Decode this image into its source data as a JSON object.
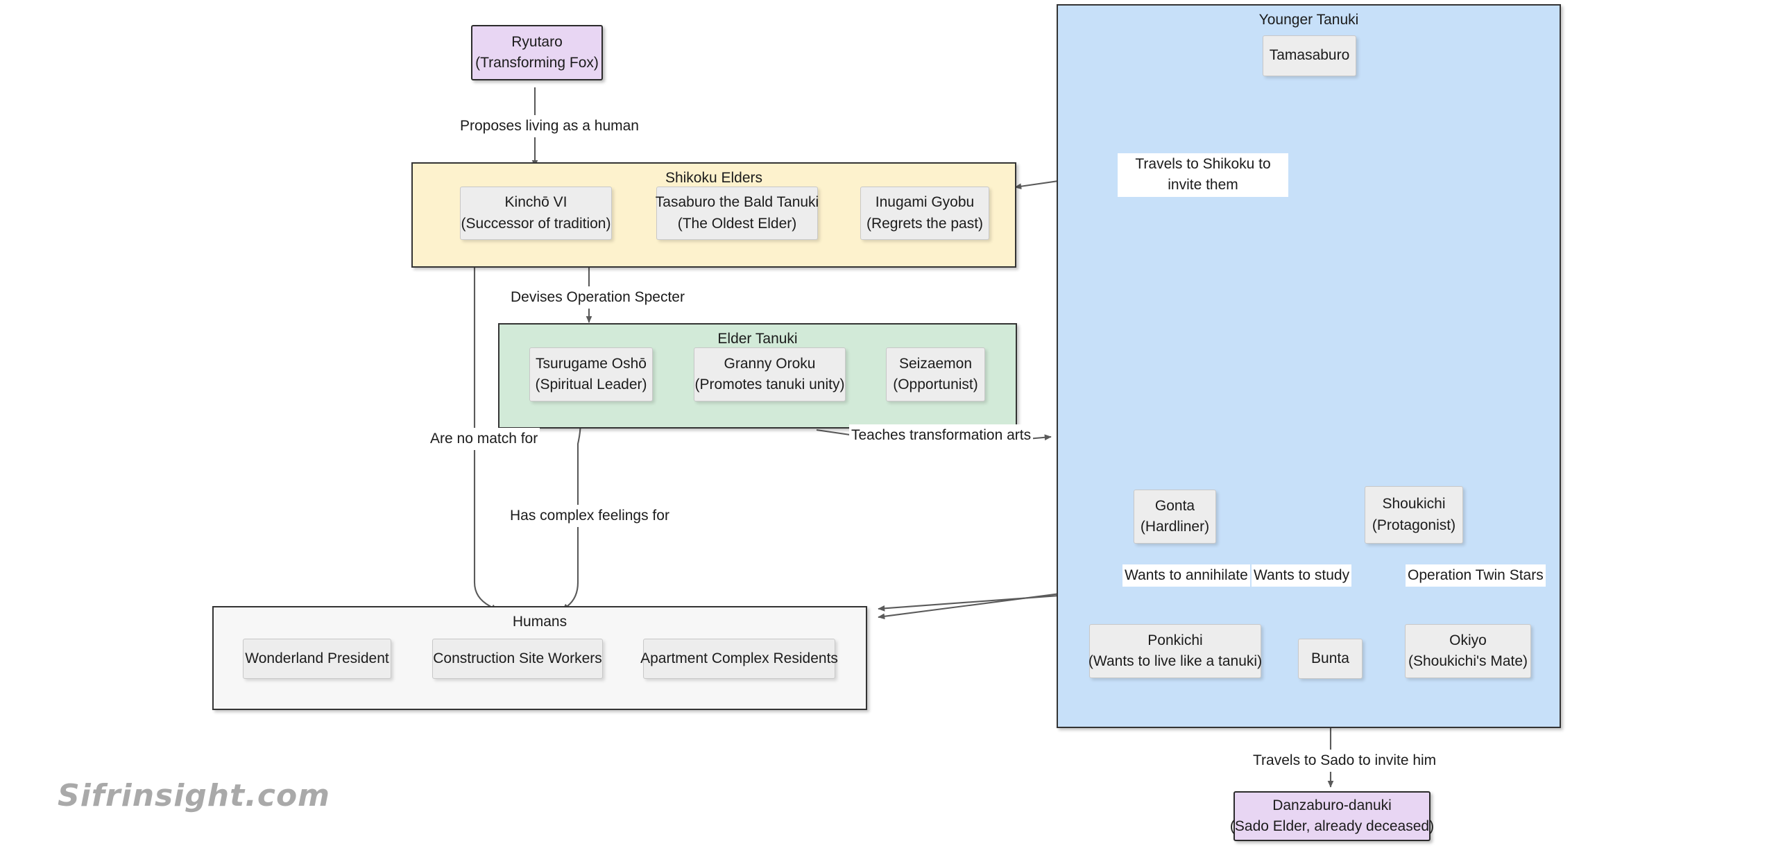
{
  "diagram": {
    "title": "Pom Poko character relationship diagram",
    "watermark": "Sifrinsight.com",
    "colors": {
      "shikoku_elders_fill": "#fdf2cd",
      "elder_tanuki_fill": "#d2ead8",
      "humans_fill": "#f7f7f7",
      "younger_tanuki_fill": "#c7e0f9",
      "special_node_fill": "#e8d6f3",
      "node_fill": "#ededed",
      "edge_stroke": "#5a5a5a",
      "border": "#333333"
    }
  },
  "clusters": {
    "shikoku_elders": {
      "title": "Shikoku Elders",
      "nodes": [
        {
          "name": "Kinchō VI",
          "role": "(Successor of tradition)"
        },
        {
          "name": "Tasaburo the Bald Tanuki",
          "role": "(The Oldest Elder)"
        },
        {
          "name": "Inugami Gyobu",
          "role": "(Regrets the past)"
        }
      ]
    },
    "elder_tanuki": {
      "title": "Elder Tanuki",
      "nodes": [
        {
          "name": "Tsurugame Oshō",
          "role": "(Spiritual Leader)"
        },
        {
          "name": "Granny Oroku",
          "role": "(Promotes tanuki unity)"
        },
        {
          "name": "Seizaemon",
          "role": "(Opportunist)"
        }
      ]
    },
    "humans": {
      "title": "Humans",
      "nodes": [
        {
          "name": "Wonderland President",
          "role": ""
        },
        {
          "name": "Construction Site Workers",
          "role": ""
        },
        {
          "name": "Apartment Complex Residents",
          "role": ""
        }
      ]
    },
    "younger_tanuki": {
      "title": "Younger Tanuki",
      "nodes": [
        {
          "name": "Tamasaburo",
          "role": ""
        },
        {
          "name": "Gonta",
          "role": "(Hardliner)"
        },
        {
          "name": "Shoukichi",
          "role": "(Protagonist)"
        },
        {
          "name": "Ponkichi",
          "role": "(Wants to live like a tanuki)"
        },
        {
          "name": "Bunta",
          "role": ""
        },
        {
          "name": "Okiyo",
          "role": "(Shoukichi's Mate)"
        }
      ]
    }
  },
  "standalone_nodes": {
    "ryutaro": {
      "name": "Ryutaro",
      "role": "(Transforming Fox)"
    },
    "danzaburo": {
      "name": "Danzaburo-danuki",
      "role": "(Sado Elder, already deceased)"
    }
  },
  "edge_labels": {
    "proposes_living": "Proposes living as a human",
    "devises_operation": "Devises Operation Specter",
    "are_no_match": "Are no match for",
    "has_complex_feelings": "Has complex feelings for",
    "teaches_transformation": "Teaches transformation arts",
    "travels_shikoku_l1": "Travels to Shikoku to invite",
    "travels_shikoku_l2": "them",
    "wants_to_annihilate": "Wants to annihilate",
    "wants_to_study": "Wants to study",
    "operation_twin_stars": "Operation Twin Stars",
    "travels_sado": "Travels to Sado to invite him"
  }
}
